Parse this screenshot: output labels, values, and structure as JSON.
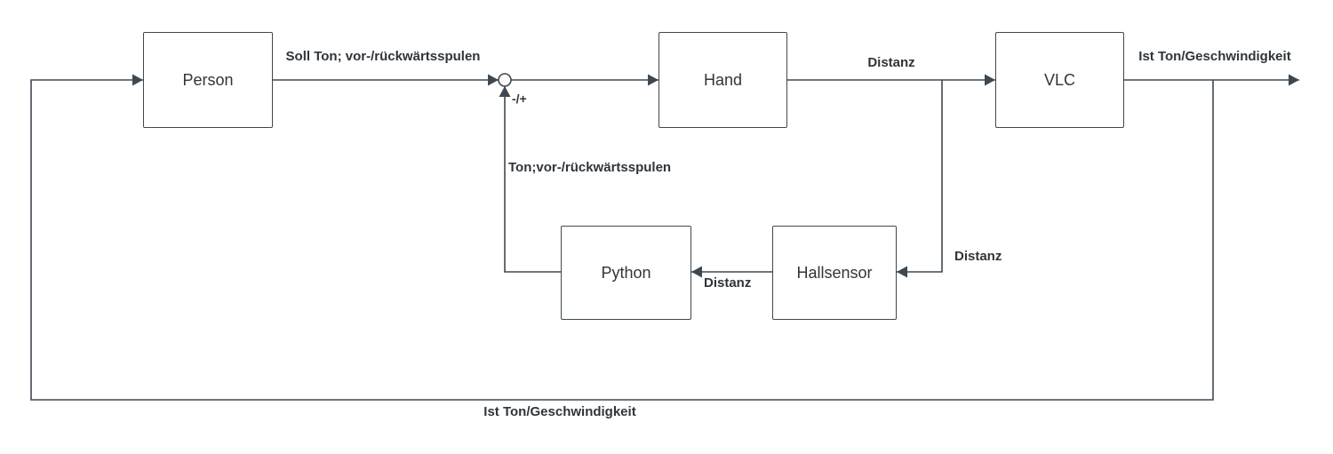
{
  "diagram": {
    "nodes": {
      "person": "Person",
      "hand": "Hand",
      "vlc": "VLC",
      "python": "Python",
      "hallsensor": "Hallsensor"
    },
    "labels": {
      "soll_ton": "Soll Ton; vor-/rückwärtsspulen",
      "sum_sign": "-/+",
      "distanz_hand_vlc": "Distanz",
      "ist_ton_output": "Ist Ton/Geschwindigkeit",
      "distanz_vlc_branch": "Distanz",
      "distanz_hallsensor_python": "Distanz",
      "ton_feedback": "Ton;vor-/rückwärtsspulen",
      "ist_ton_feedback": "Ist Ton/Geschwindigkeit"
    },
    "colors": {
      "stroke": "#3f4850",
      "text": "#2f353b",
      "node_fill": "#ffffff"
    }
  }
}
